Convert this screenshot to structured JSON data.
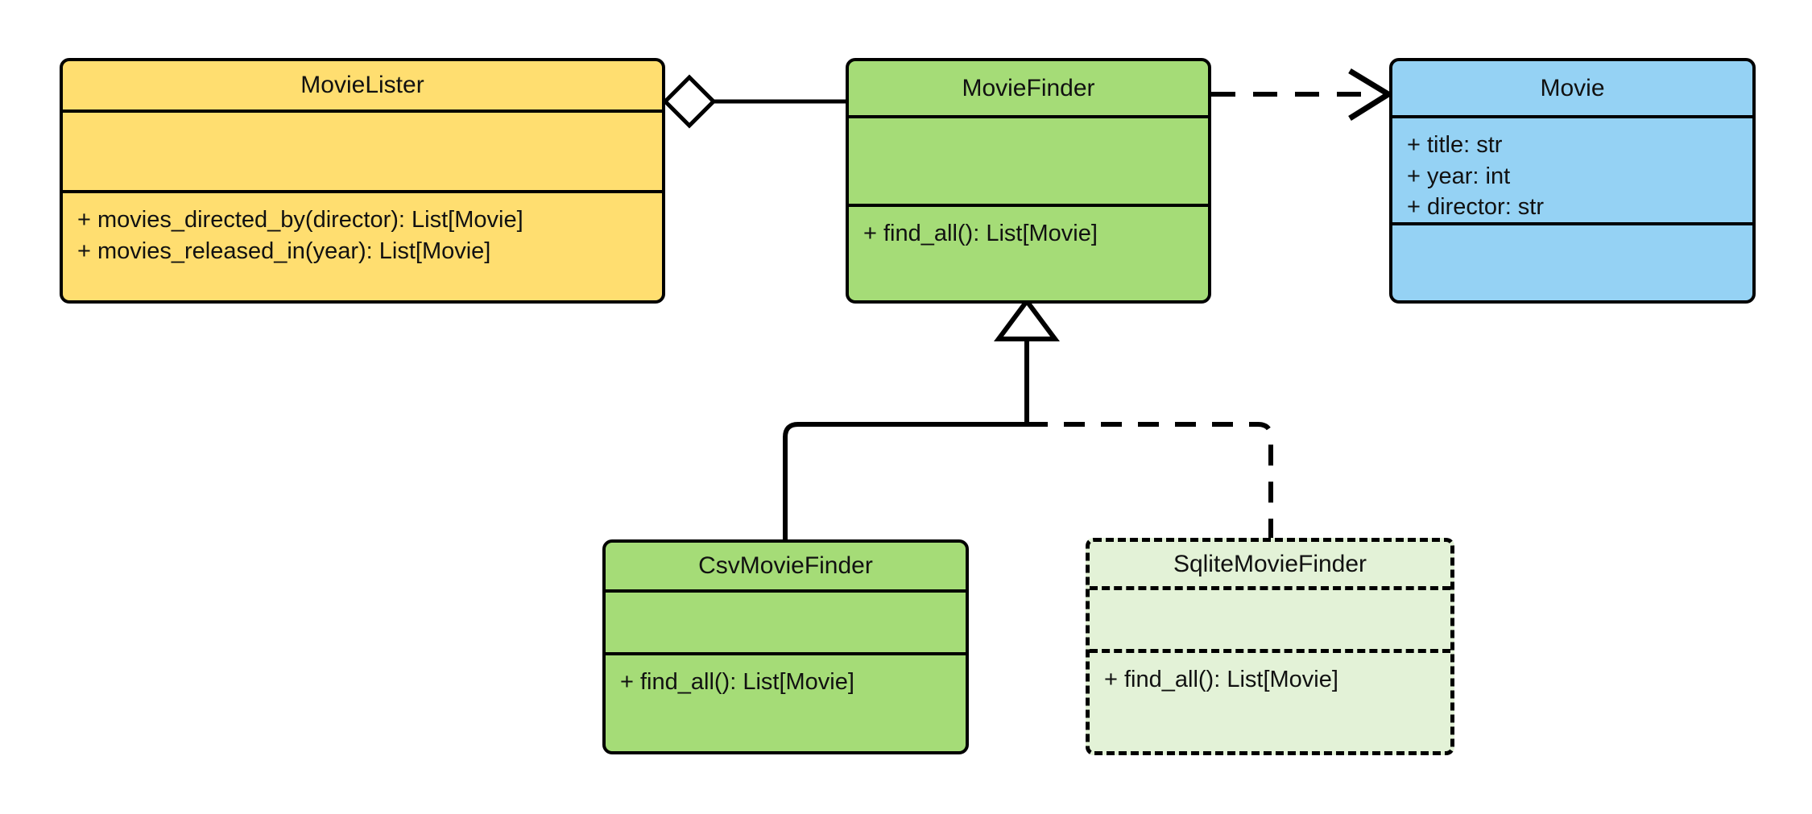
{
  "diagram": {
    "type": "uml-class-diagram",
    "background_color": "#FFFFFF",
    "line_color": "#000000"
  },
  "classes": {
    "movie_lister": {
      "name": "MovieLister",
      "fill_color": "#FFDE70",
      "border_style": "solid",
      "attributes": [],
      "methods": [
        "+ movies_directed_by(director): List[Movie]",
        "+ movies_released_in(year): List[Movie]"
      ]
    },
    "movie_finder": {
      "name": "MovieFinder",
      "fill_color": "#A5DC77",
      "border_style": "solid",
      "attributes": [],
      "methods": [
        "+ find_all(): List[Movie]"
      ]
    },
    "movie": {
      "name": "Movie",
      "fill_color": "#95D2F4",
      "border_style": "solid",
      "attributes": [
        "+ title: str",
        "+ year: int",
        "+ director: str"
      ],
      "methods": []
    },
    "csv_movie_finder": {
      "name": "CsvMovieFinder",
      "fill_color": "#A5DC77",
      "border_style": "solid",
      "attributes": [],
      "methods": [
        "+ find_all(): List[Movie]"
      ]
    },
    "sqlite_movie_finder": {
      "name": "SqliteMovieFinder",
      "fill_color": "#E3F2D7",
      "border_style": "dashed",
      "attributes": [],
      "methods": [
        "+ find_all(): List[Movie]"
      ]
    }
  },
  "relationships": [
    {
      "id": "aggregation-lister-finder",
      "type": "aggregation",
      "source": "MovieLister",
      "target": "MovieFinder",
      "line_style": "solid",
      "end_marker": "hollow-diamond",
      "label": ""
    },
    {
      "id": "dependency-finder-movie",
      "type": "dependency",
      "source": "MovieFinder",
      "target": "Movie",
      "line_style": "dashed",
      "end_marker": "open-arrow",
      "label": ""
    },
    {
      "id": "inheritance-csv-finder",
      "type": "generalization",
      "source": "CsvMovieFinder",
      "target": "MovieFinder",
      "line_style": "solid",
      "end_marker": "hollow-triangle",
      "label": ""
    },
    {
      "id": "inheritance-sqlite-finder",
      "type": "generalization",
      "source": "SqliteMovieFinder",
      "target": "MovieFinder",
      "line_style": "dashed",
      "end_marker": "hollow-triangle",
      "label": ""
    }
  ]
}
